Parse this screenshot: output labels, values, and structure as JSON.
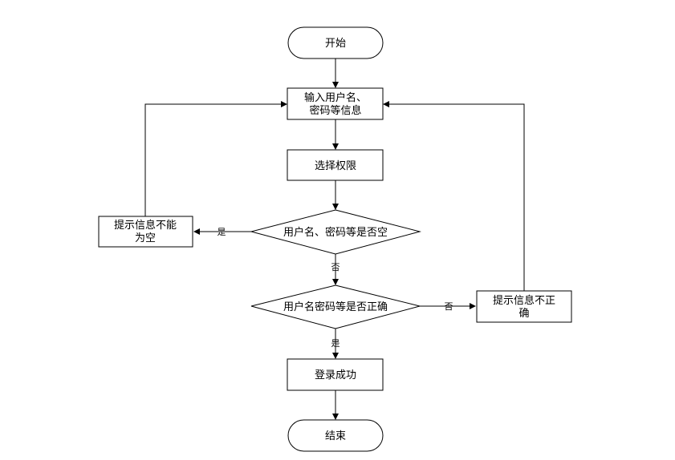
{
  "flowchart": {
    "start": "开始",
    "input_line1": "输入用户名、",
    "input_line2": "密码等信息",
    "select_permission": "选择权限",
    "decision_empty": "用户名、密码等是否空",
    "decision_correct": "用户名密码等是否正确",
    "prompt_empty_line1": "提示信息不能",
    "prompt_empty_line2": "为空",
    "prompt_wrong_line1": "提示信息不正",
    "prompt_wrong_line2": "确",
    "login_success": "登录成功",
    "end": "结束",
    "label_yes_left": "是",
    "label_no_down": "否",
    "label_no_right": "否",
    "label_yes_down": "是"
  }
}
